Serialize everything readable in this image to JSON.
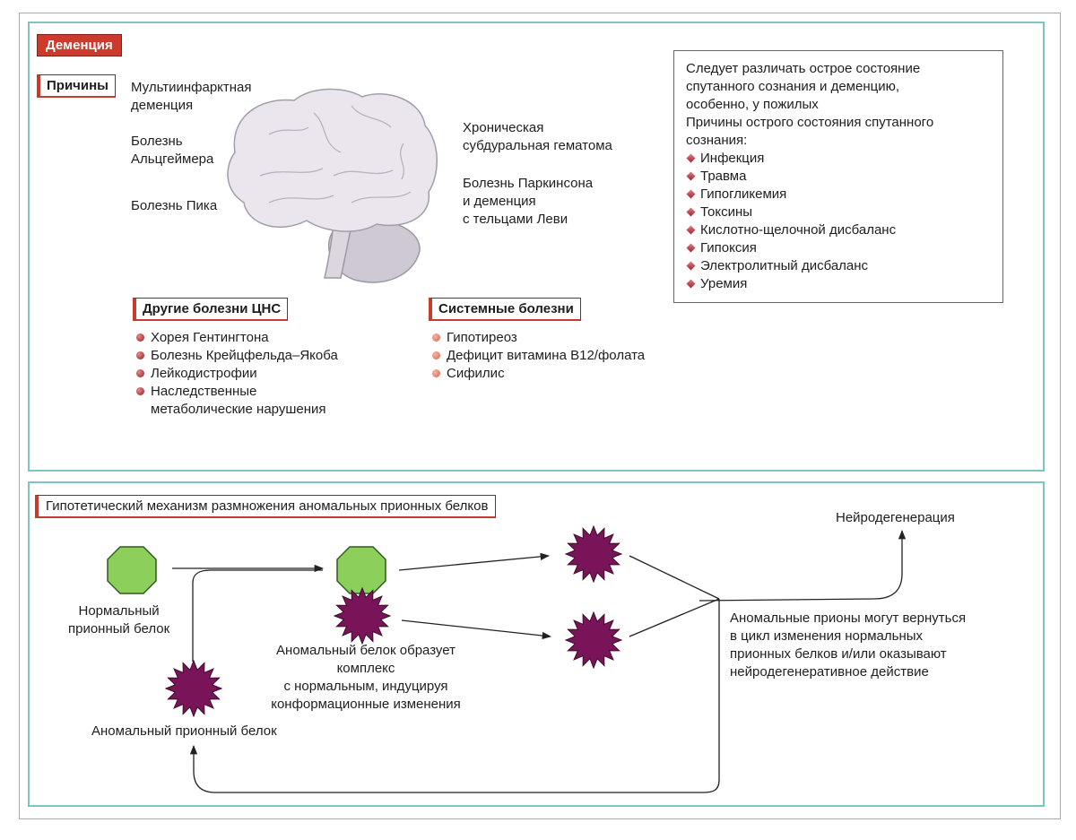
{
  "panel1": {
    "title": "Деменция",
    "causes_label": "Причины",
    "brain_labels": {
      "multi": "Мультиинфарктная\nдеменция",
      "alz": "Болезнь\nАльцгеймера",
      "pick": "Болезнь Пика",
      "subdural": "Хроническая\nсубдуральная гематома",
      "parkinson": "Болезнь Паркинсона\nи деменция\nс тельцами Леви"
    },
    "cns": {
      "title": "Другие болезни ЦНС",
      "items": [
        "Хорея Гентингтона",
        "Болезнь Крейцфельда–Якоба",
        "Лейкодистрофии",
        "Наследственные\nметаболические нарушения"
      ]
    },
    "systemic": {
      "title": "Системные болезни",
      "items": [
        "Гипотиреоз",
        "Дефицит витамина B12/фолата",
        "Сифилис"
      ]
    },
    "note": {
      "intro": "Следует различать острое состояние\nспутанного сознания и деменцию,\nособенно, у пожилых\nПричины острого состояния спутанного\nсознания:",
      "items": [
        "Инфекция",
        "Травма",
        "Гипогликемия",
        "Токсины",
        "Кислотно-щелочной дисбаланс",
        "Гипоксия",
        "Электролитный дисбаланс",
        "Уремия"
      ]
    }
  },
  "panel2": {
    "title": "Гипотетический механизм размножения аномальных прионных белков",
    "normal_label": "Нормальный\nприонный белок",
    "abnormal_label": "Аномальный прионный белок",
    "complex_label": "Аномальный белок образует\nкомплекс\nс нормальным, индуцируя\nконформационные изменения",
    "neuro_label": "Нейродегенерация",
    "return_label": "Аномальные прионы могут вернуться\nв цикл изменения нормальных\nприонных белков и/или оказывают\nнейродегенеративное действие"
  },
  "colors": {
    "panel_border": "#7fc3c3",
    "title_red": "#cc3a2c",
    "normal_protein": "#8ccf5a",
    "abnormal_protein": "#7a1458",
    "brain": "#e9e4ec"
  }
}
